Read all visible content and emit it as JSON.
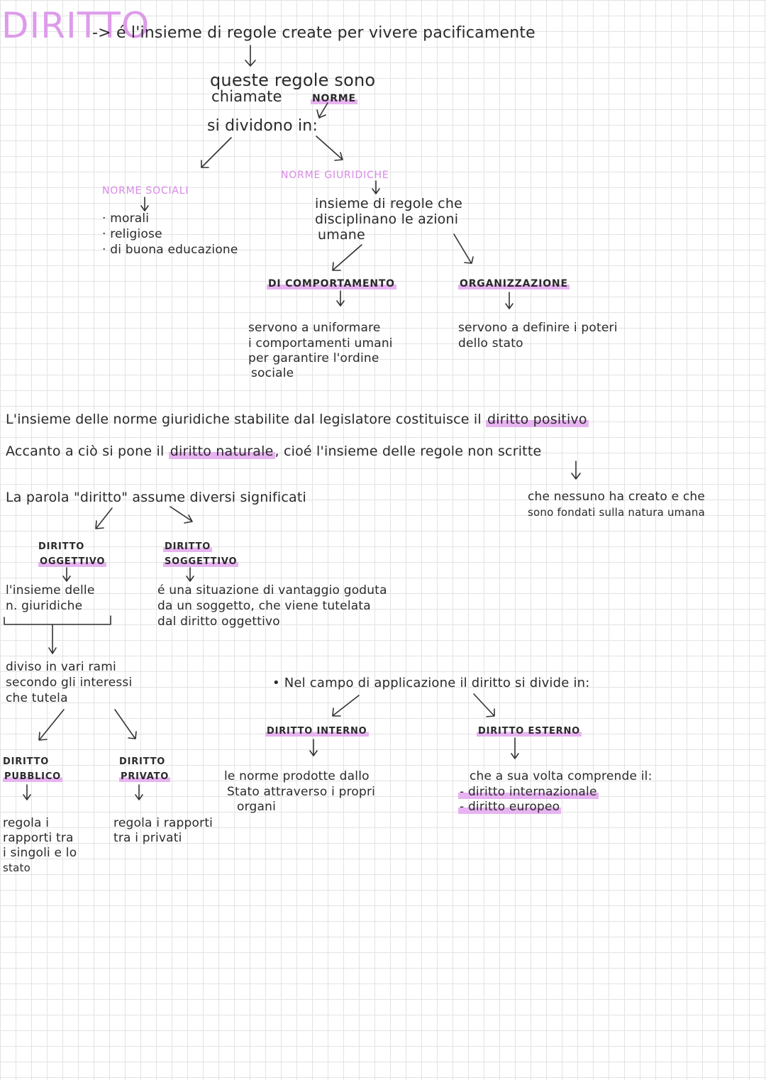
{
  "title": "DIRITTO",
  "intro": "-> é l'insieme di regole create per vivere pacificamente",
  "norme1": "queste regole sono",
  "norme2": "chiamate",
  "norme_word": "NORME",
  "dividono": "si dividono in:",
  "norme_sociali": "NORME SOCIALI",
  "sociali_items": [
    "· morali",
    "· religiose",
    "· di buona educazione"
  ],
  "norme_giuridiche": "NORME GIURIDICHE",
  "giur_def": [
    "insieme di regole che",
    "disciplinano le azioni",
    "umane"
  ],
  "comportamento": "DI COMPORTAMENTO",
  "comp_def": [
    "servono a uniformare",
    "i comportamenti umani",
    "per garantire l'ordine",
    "sociale"
  ],
  "organizzazione": "ORGANIZZAZIONE",
  "org_def": [
    "servono a definire i poteri",
    "dello stato"
  ],
  "positivo_line": {
    "pre": "L'insieme delle norme giuridiche stabilite dal legislatore costituisce il ",
    "hl": "diritto positivo"
  },
  "naturale_line": {
    "pre": "Accanto a ciò si pone il ",
    "hl": "diritto naturale",
    "post": ", cioé l'insieme delle regole non scritte"
  },
  "naturale_def": [
    "che nessuno ha creato e che",
    "sono fondati sulla natura umana"
  ],
  "parola": "La parola \"diritto\" assume diversi significati",
  "oggettivo": [
    "DIRITTO",
    "OGGETTIVO"
  ],
  "oggettivo_def": [
    "l'insieme delle",
    "n. giuridiche"
  ],
  "soggettivo": [
    "DIRITTO",
    "SOGGETTIVO"
  ],
  "soggettivo_def": [
    "é una situazione di vantaggio goduta",
    "da un soggetto, che viene tutelata",
    "dal diritto oggettivo"
  ],
  "rami": [
    "diviso in vari rami",
    "secondo gli interessi",
    "che tutela"
  ],
  "pubblico": [
    "DIRITTO",
    "PUBBLICO"
  ],
  "pubblico_def": [
    "regola i",
    "rapporti tra",
    "i singoli e lo",
    "stato"
  ],
  "privato": [
    "DIRITTO",
    "PRIVATO"
  ],
  "privato_def": [
    "regola i rapporti",
    "tra i privati"
  ],
  "campo": "• Nel campo di applicazione il diritto si divide in:",
  "interno": "DIRITTO INTERNO",
  "interno_def": [
    "le norme prodotte dallo",
    "Stato attraverso i propri",
    "organi"
  ],
  "esterno": "DIRITTO ESTERNO",
  "esterno_def": [
    "che a sua volta comprende il:",
    "- diritto internazionale",
    "- diritto europeo"
  ]
}
